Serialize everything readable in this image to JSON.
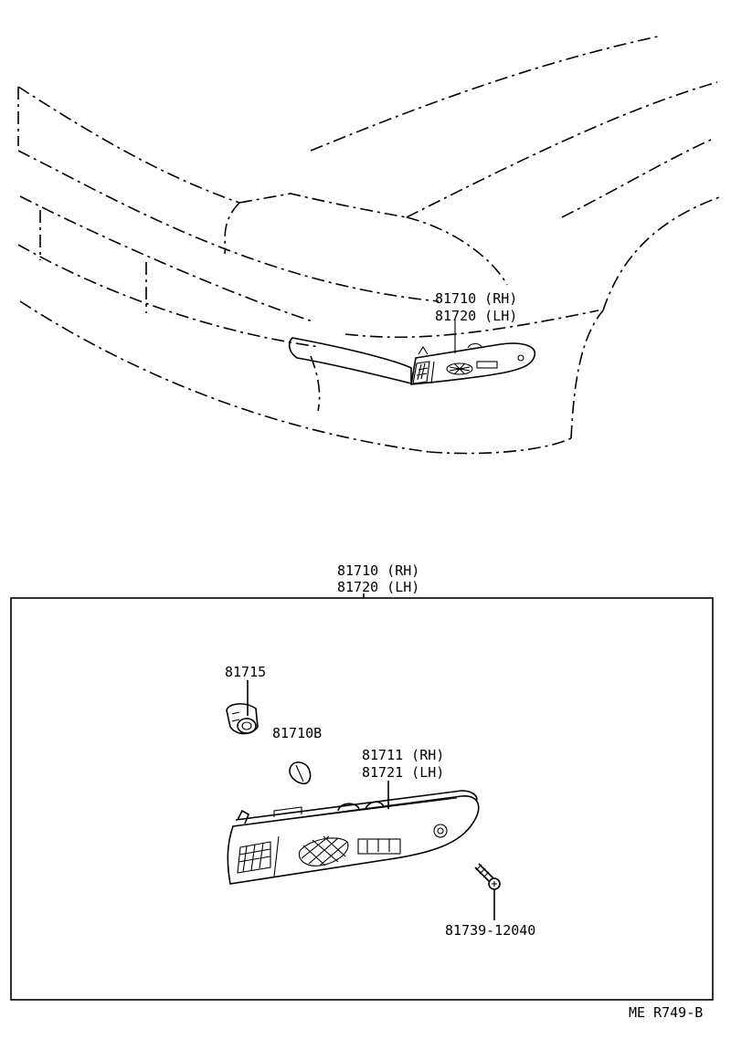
{
  "overview": {
    "callout_rh": "81710 (RH)",
    "callout_lh": "81720 (LH)"
  },
  "assembly": {
    "callout_rh": "81710 (RH)",
    "callout_lh": "81720 (LH)"
  },
  "parts": {
    "socket": "81715",
    "bulb": "81710B",
    "lens_rh": "81711 (RH)",
    "lens_lh": "81721 (LH)",
    "screw": "81739-12040"
  },
  "drawing_code": "ME R749-B"
}
